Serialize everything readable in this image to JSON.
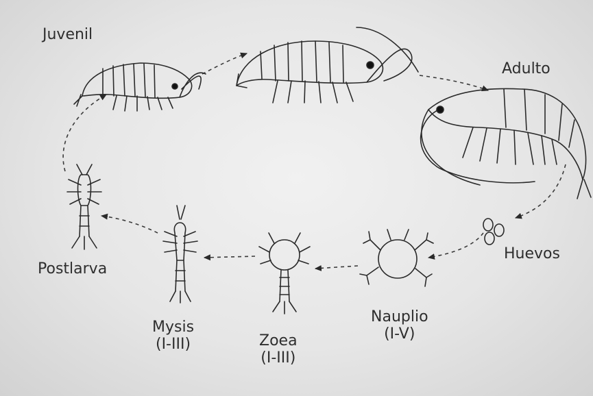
{
  "stages": {
    "juvenil": "Juvenil",
    "adulto": "Adulto",
    "huevos": "Huevos",
    "nauplio": "Nauplio",
    "nauplio_range": "(I-V)",
    "zoea": "Zoea",
    "zoea_range": "(I-III)",
    "mysis": "Mysis",
    "mysis_range": "(I-III)",
    "postlarva": "Postlarva"
  },
  "colors": {
    "ink": "#2a2a2a",
    "paper": "#ececec"
  }
}
